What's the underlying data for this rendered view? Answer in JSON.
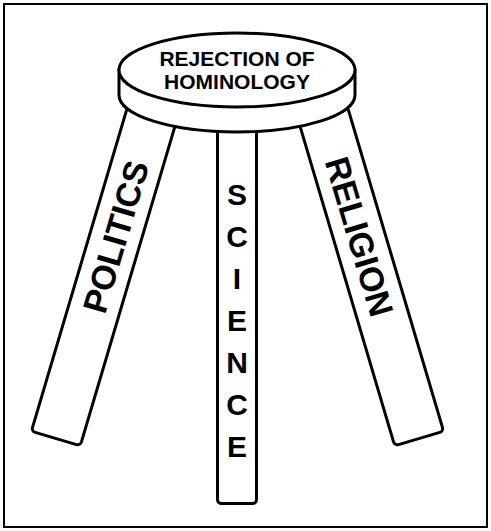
{
  "diagram": {
    "nodes": [
      {
        "text": [
          "REJECTION OF HOMINOLOGY"
        ]
      },
      {
        "text": [
          "POLITICS"
        ]
      },
      {
        "text": [
          "SCIENCE"
        ]
      },
      {
        "text": [
          "RELIGION"
        ]
      }
    ]
  }
}
